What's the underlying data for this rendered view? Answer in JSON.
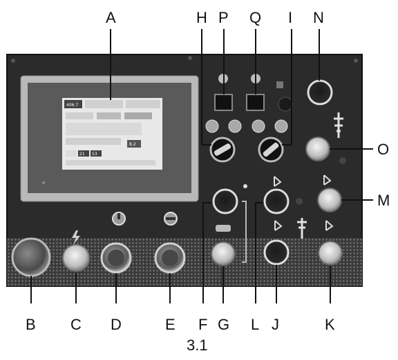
{
  "figure": {
    "caption": "3.1"
  },
  "callouts": {
    "A": "A",
    "B": "B",
    "C": "C",
    "D": "D",
    "E": "E",
    "F": "F",
    "G": "G",
    "H": "H",
    "I": "I",
    "J": "J",
    "K": "K",
    "L": "L",
    "M": "M",
    "N": "N",
    "O": "O",
    "P": "P",
    "Q": "Q"
  },
  "screen": {
    "header_value": "406.7",
    "badge_value": "8.2",
    "small_values": [
      "21",
      "53"
    ]
  },
  "icons": {
    "lightning": "lightning-icon",
    "mains": "mains-icon",
    "minus": "minus-icon"
  },
  "colors": {
    "panel": "#2b2b2b",
    "panel_edge": "#1a1a1a",
    "screen_frame": "#b9b9b9",
    "screen": "#e8e8e8",
    "button_light": "#d6d6d6",
    "button_dark": "#1e1e1e"
  }
}
